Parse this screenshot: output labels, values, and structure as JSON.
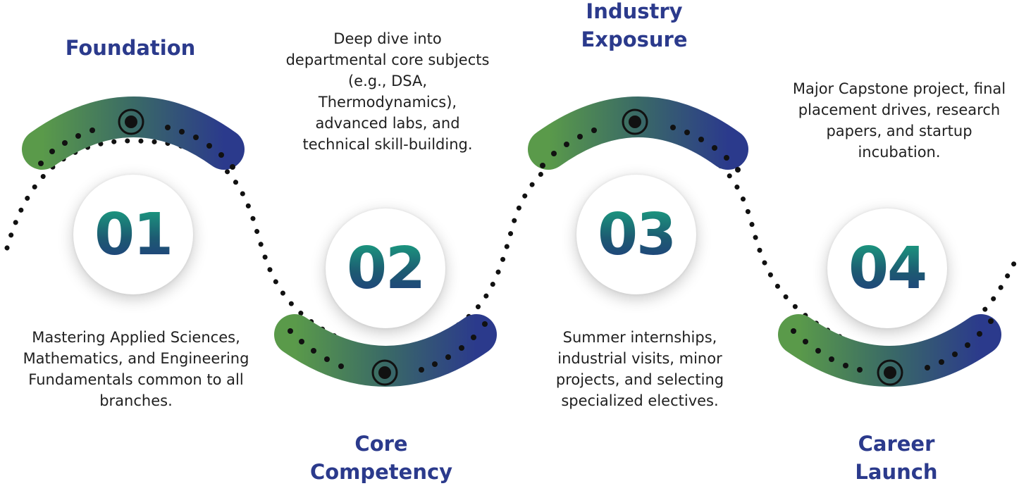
{
  "steps": [
    {
      "number": "01",
      "title": "Foundation",
      "description": "Mastering Applied Sciences, Mathematics, and Engineering Fundamentals common to all branches."
    },
    {
      "number": "02",
      "title": "Core\nCompetency",
      "description": "Deep dive into departmental core subjects (e.g., DSA, Thermodynamics), advanced labs, and technical skill-building."
    },
    {
      "number": "03",
      "title": "Industry\nExposure",
      "description": "Summer internships, industrial visits, minor projects, and selecting specialized electives."
    },
    {
      "number": "04",
      "title": "Career\nLaunch",
      "description": "Major Capstone project, final placement drives, research papers, and startup incubation."
    }
  ],
  "colors": {
    "title": "#2b3a8c",
    "arc_start": "#5a9a4a",
    "arc_end": "#2b3a8c",
    "number_top": "#1aa882",
    "number_bottom": "#213a80",
    "dots": "#111111"
  },
  "icons": {
    "arc_marker": "target-icon"
  }
}
